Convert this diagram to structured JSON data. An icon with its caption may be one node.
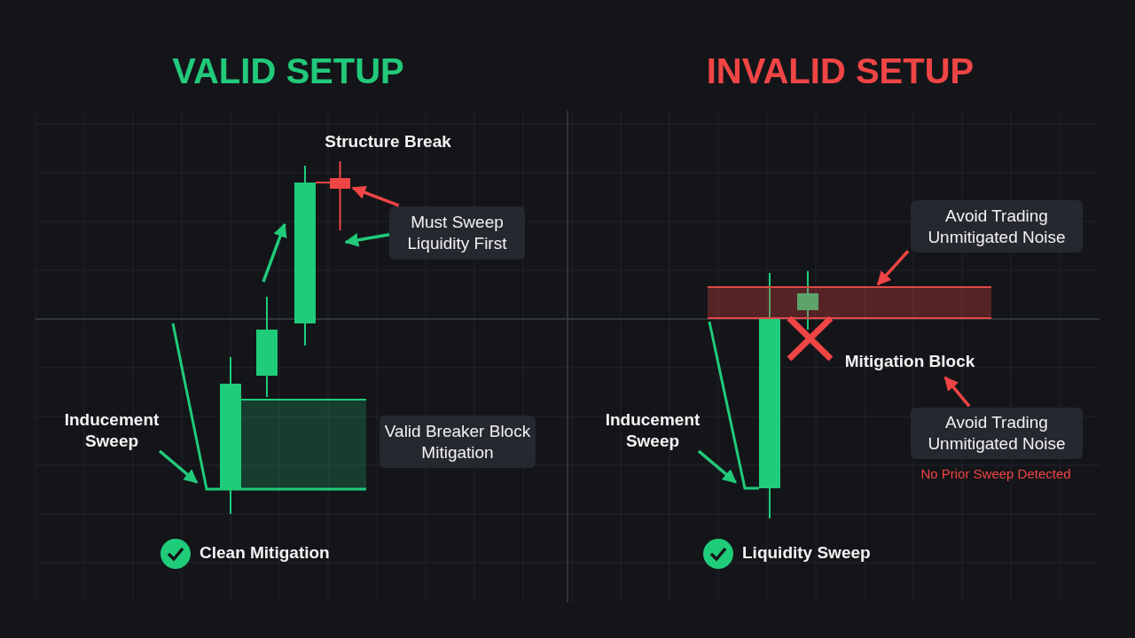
{
  "diagram": {
    "nodes": [
      {
        "text": [
          "Must Sweep Liquidity First"
        ]
      },
      {
        "text": [],
        "shape": "bar",
        "beside": [
          "Structure Break"
        ]
      },
      {
        "text": [
          "Inducement Sweep"
        ]
      },
      {
        "text": [
          "Valid Breaker Block Mitigation"
        ]
      },
      {
        "text": [
          "Avoid Trading Unmitigated Noise"
        ]
      },
      {
        "text": [],
        "shape": "box"
      },
      {
        "text": [
          "Mitigation Block"
        ]
      },
      {
        "text": [
          "Avoid Trading Unmitigated Noise"
        ],
        "beside": [
          "No Prior Sweep Detected"
        ]
      },
      {
        "text": [
          "Inducement Sweep"
        ]
      },
      {
        "text": [],
        "shape": "line"
      },
      {
        "text": [],
        "shape": "line"
      }
    ],
    "edges": [
      {
        "from": 0,
        "to": 1,
        "arrow": "to",
        "color": "#f04545"
      },
      {
        "from": 0,
        "to": 1,
        "arrow": "to",
        "color": "#22c97a"
      },
      {
        "from": 2,
        "to": 9,
        "arrow": "to",
        "color": "#22c97a"
      },
      {
        "from": 4,
        "to": 5,
        "arrow": "to",
        "color": "#f04545"
      },
      {
        "from": 7,
        "to": 6,
        "arrow": "to",
        "color": "#f04545"
      },
      {
        "from": 8,
        "to": 10,
        "arrow": "to",
        "color": "#22c97a"
      }
    ],
    "labels": [
      "VALID SETUP",
      "INVALID SETUP",
      "Clean Mitigation",
      "Liquidity Sweep"
    ]
  }
}
